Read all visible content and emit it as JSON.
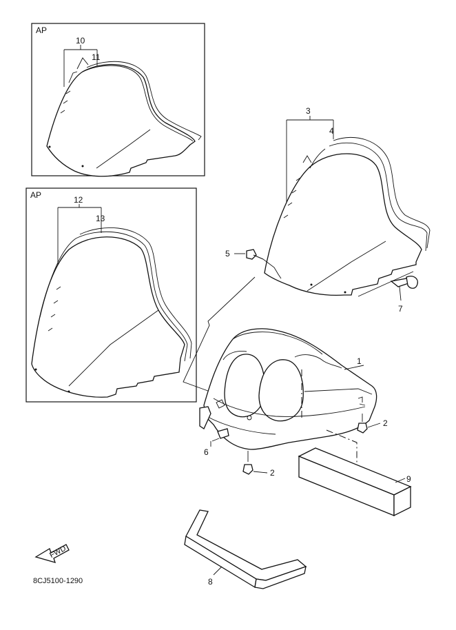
{
  "boxes": {
    "ap_top": "AP",
    "ap_bottom": "AP"
  },
  "callouts": {
    "c1": "1",
    "c2a": "2",
    "c2b": "2",
    "c3": "3",
    "c4": "4",
    "c5": "5",
    "c6": "6",
    "c7": "7",
    "c8": "8",
    "c9": "9",
    "c10": "10",
    "c11": "11",
    "c12": "12",
    "c13": "13"
  },
  "fwd_label": "FWD",
  "diagram_code": "8CJ5100-1290",
  "colors": {
    "line": "#111111",
    "background": "#ffffff"
  }
}
